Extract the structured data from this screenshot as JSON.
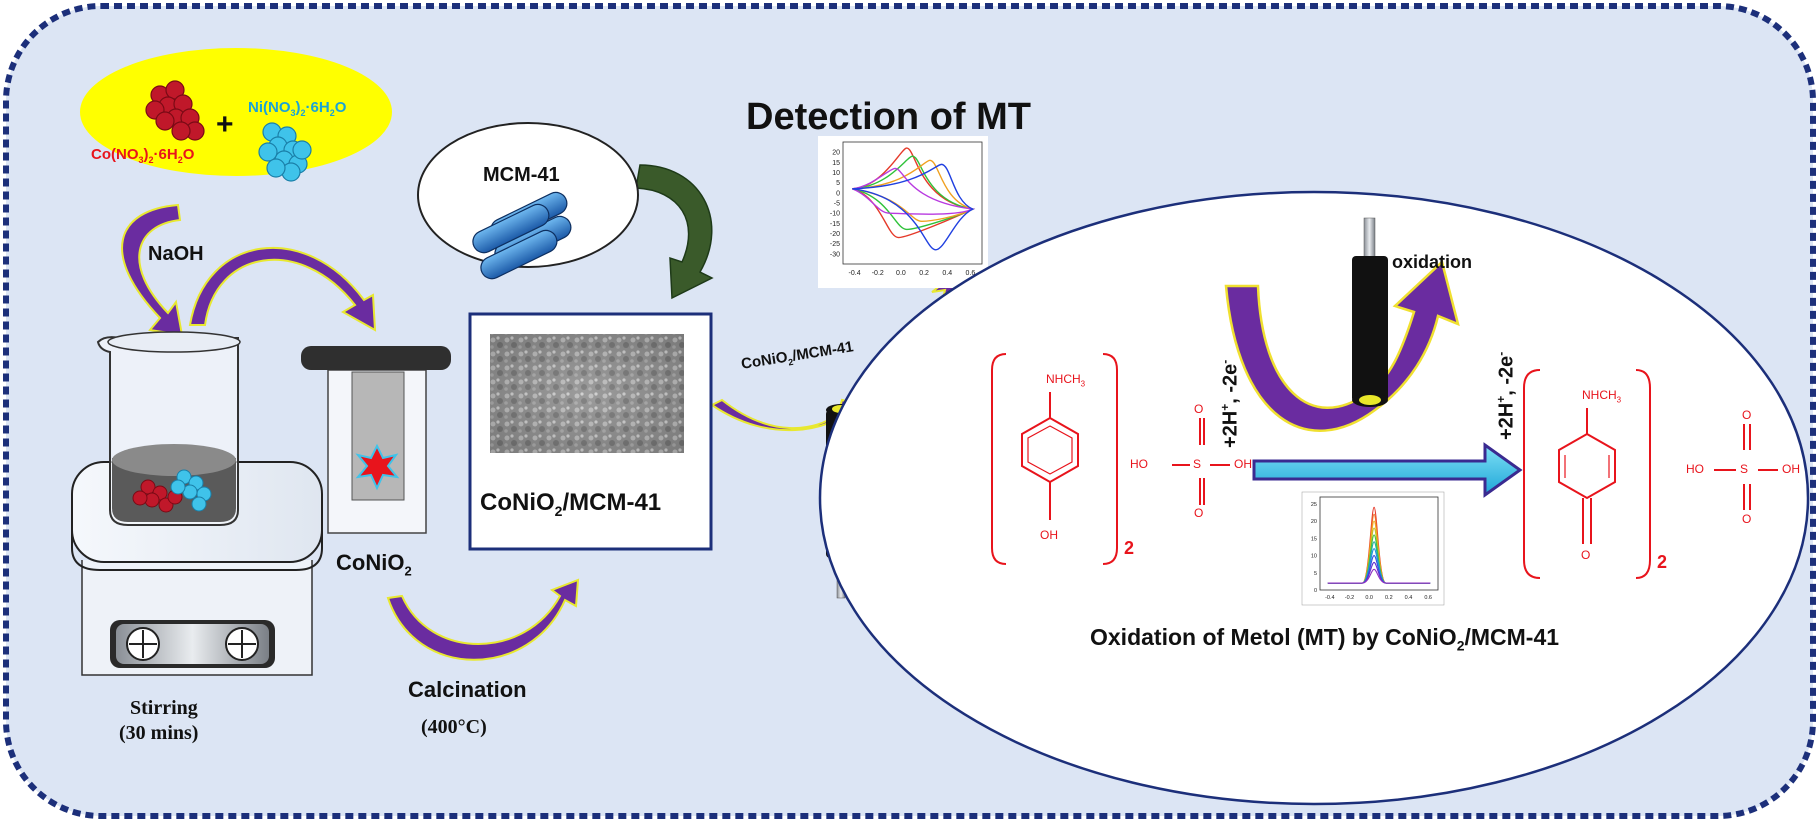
{
  "colors": {
    "background_panel": "#dce5f4",
    "border": "#1c2f7a",
    "arrow_purple": "#6a2ca0",
    "arrow_green": "#3a5a2a",
    "precursor_ellipse": "#ffff00",
    "cobalt_particles": "#c0182a",
    "nickel_particles": "#3fc3ea",
    "structure_red": "#e8141c",
    "reaction_arrow": "#33bfe3"
  },
  "precursors": {
    "cobalt_label": "Co(NO",
    "cobalt_sub1": "3",
    "cobalt_sub2": "2",
    "cobalt_dot": "·6H",
    "cobalt_sub3": "2",
    "cobalt_end": "O",
    "nickel_label": "Ni(NO",
    "nickel_sub1": "3",
    "nickel_sub2": "2",
    "nickel_dot": "·6H",
    "nickel_sub3": "2",
    "nickel_end": "O",
    "plus": "+"
  },
  "steps": {
    "naoh": "NaOH",
    "stirring": "Stirring",
    "stirring_time": "(30 mins)",
    "coni_label": "CoNiO",
    "coni_sub": "2",
    "calcination": "Calcination",
    "calcination_temp": "(400°C)",
    "mcm": "MCM-41",
    "composite_main": "CoNiO",
    "composite_sub": "2",
    "composite_rest": "/MCM-41",
    "electrode_main": "CoNiO",
    "electrode_sub": "2",
    "electrode_rest": "/MCM-41"
  },
  "detection": {
    "title": "Detection of MT",
    "oxidation": "oxidation",
    "proton_left": "+2H",
    "proton_right": "+2H",
    "electrons": "-2e",
    "caption_main": "Oxidation of Metol (MT) by CoNiO",
    "caption_sub": "2",
    "caption_rest": "/MCM-41"
  },
  "molecules": {
    "reactant_substituent": "NHCH",
    "reactant_sub": "3",
    "reactant_bottom": "OH",
    "product_substituent": "NHCH",
    "product_sub": "3",
    "product_bottom": "O",
    "acid_ho": "HO",
    "acid_s": "S",
    "acid_oh": "OH",
    "acid_o": "O",
    "stoich_left": "2",
    "stoich_right": "2"
  },
  "chart_data": [
    {
      "type": "line",
      "title": "",
      "xlabel": "",
      "ylabel": "",
      "xlim": [
        -0.5,
        0.7
      ],
      "ylim": [
        -35,
        25
      ],
      "x_ticks": [
        "-0.4",
        "-0.2",
        "0.0",
        "0.2",
        "0.4",
        "0.6"
      ],
      "y_ticks": [
        "20",
        "15",
        "10",
        "5",
        "0",
        "-5",
        "-10",
        "-15",
        "-20",
        "-25",
        "-30"
      ],
      "series": [
        {
          "color": "#e53a2a",
          "peak_x": 0.05,
          "peak_y": 22,
          "valley_x": -0.02,
          "valley_y": -22
        },
        {
          "color": "#2fc23a",
          "peak_x": 0.1,
          "peak_y": 18,
          "valley_x": 0.05,
          "valley_y": -18
        },
        {
          "color": "#f0a020",
          "peak_x": 0.25,
          "peak_y": 16,
          "valley_x": 0.18,
          "valley_y": -14
        },
        {
          "color": "#b83ae0",
          "peak_x": -0.05,
          "peak_y": 12,
          "valley_x": -0.1,
          "valley_y": -10
        },
        {
          "color": "#2040e0",
          "peak_x": 0.35,
          "peak_y": 14,
          "valley_x": 0.3,
          "valley_y": -28
        }
      ]
    },
    {
      "type": "line",
      "title": "",
      "xlabel": "",
      "ylabel": "",
      "xlim": [
        -0.5,
        0.7
      ],
      "ylim": [
        0,
        27
      ],
      "x_ticks": [
        "-0.4",
        "-0.2",
        "0.0",
        "0.2",
        "0.4",
        "0.6"
      ],
      "y_ticks": [
        "25",
        "20",
        "15",
        "10",
        "5",
        "0"
      ],
      "peak_x": 0.05,
      "series": [
        {
          "color": "#e53a2a",
          "peak": 24
        },
        {
          "color": "#f07020",
          "peak": 22
        },
        {
          "color": "#f0b020",
          "peak": 20
        },
        {
          "color": "#c0c020",
          "peak": 18
        },
        {
          "color": "#40c040",
          "peak": 16
        },
        {
          "color": "#20b0a0",
          "peak": 14
        },
        {
          "color": "#2090e0",
          "peak": 12
        },
        {
          "color": "#3050e0",
          "peak": 10
        },
        {
          "color": "#6030d0",
          "peak": 8
        },
        {
          "color": "#9030c0",
          "peak": 6
        }
      ]
    }
  ]
}
